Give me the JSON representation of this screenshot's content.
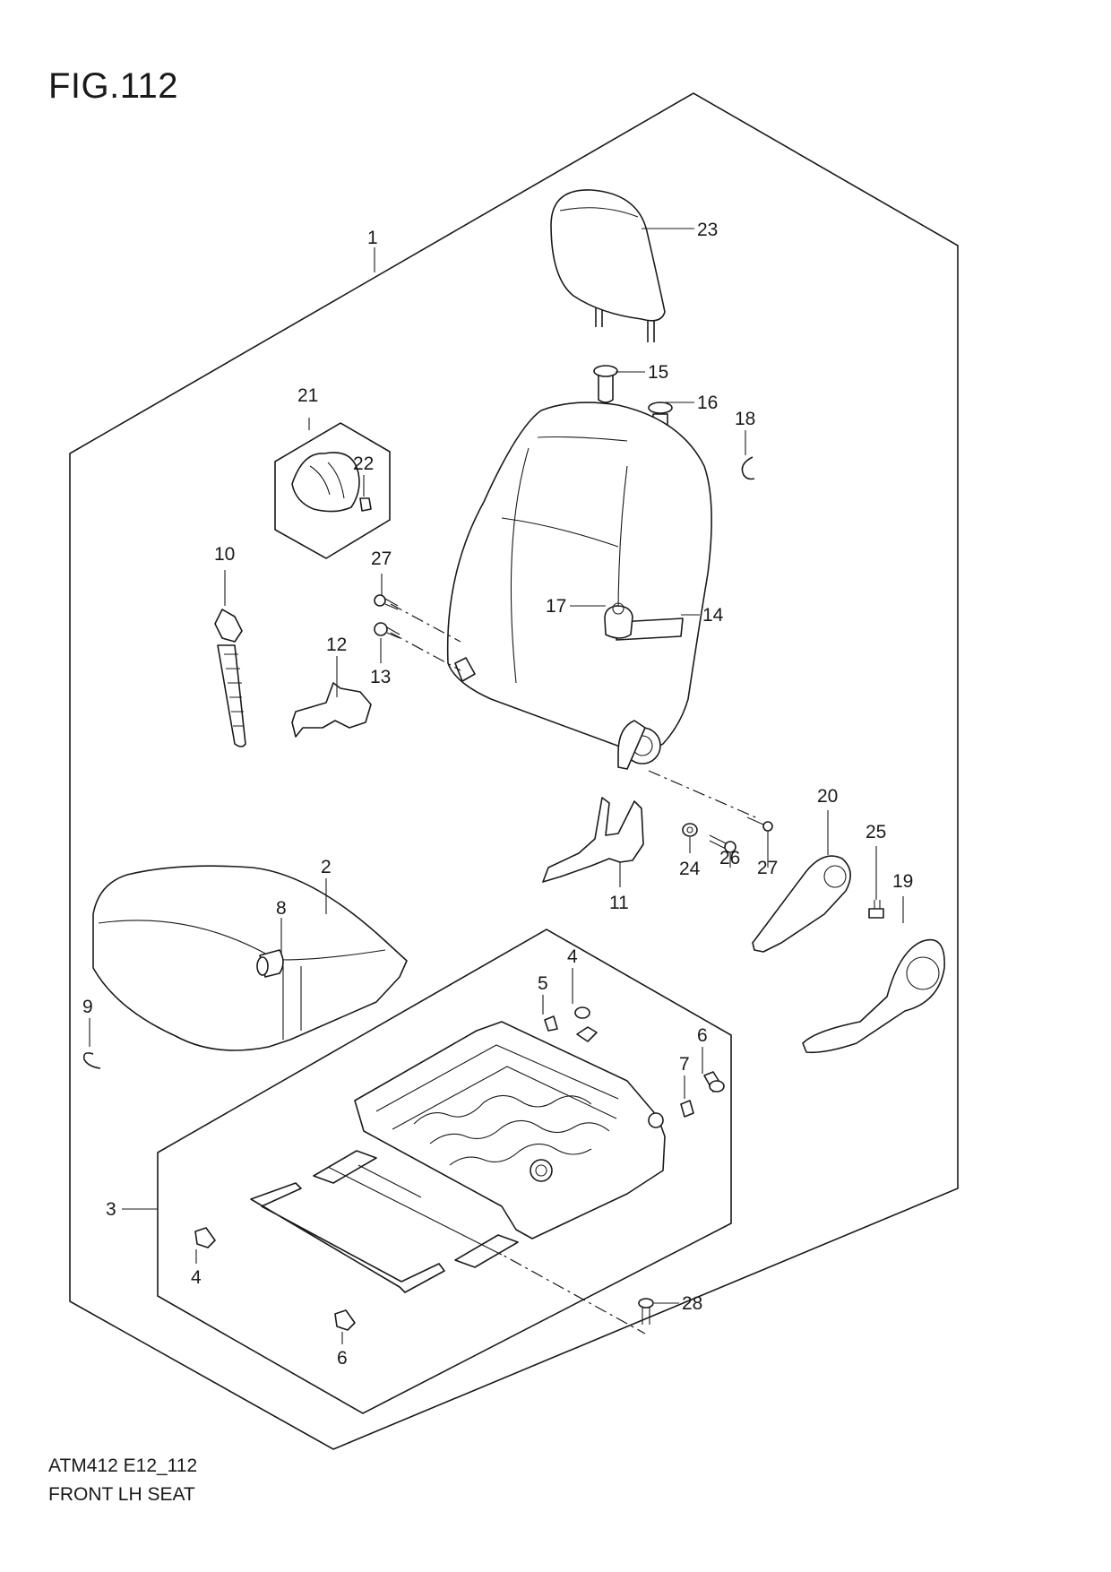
{
  "figure": {
    "title": "FIG.112",
    "code": "ATM412 E12_112",
    "name": "FRONT LH SEAT"
  },
  "callouts": {
    "c1": "1",
    "c2": "2",
    "c3": "3",
    "c4a": "4",
    "c4b": "4",
    "c5": "5",
    "c6a": "6",
    "c6b": "6",
    "c7": "7",
    "c8": "8",
    "c9": "9",
    "c10": "10",
    "c11": "11",
    "c12": "12",
    "c13": "13",
    "c14": "14",
    "c15": "15",
    "c16": "16",
    "c17": "17",
    "c18": "18",
    "c19": "19",
    "c20": "20",
    "c21": "21",
    "c22": "22",
    "c23": "23",
    "c24": "24",
    "c25": "25",
    "c26": "26",
    "c27a": "27",
    "c27b": "27",
    "c28": "28"
  }
}
